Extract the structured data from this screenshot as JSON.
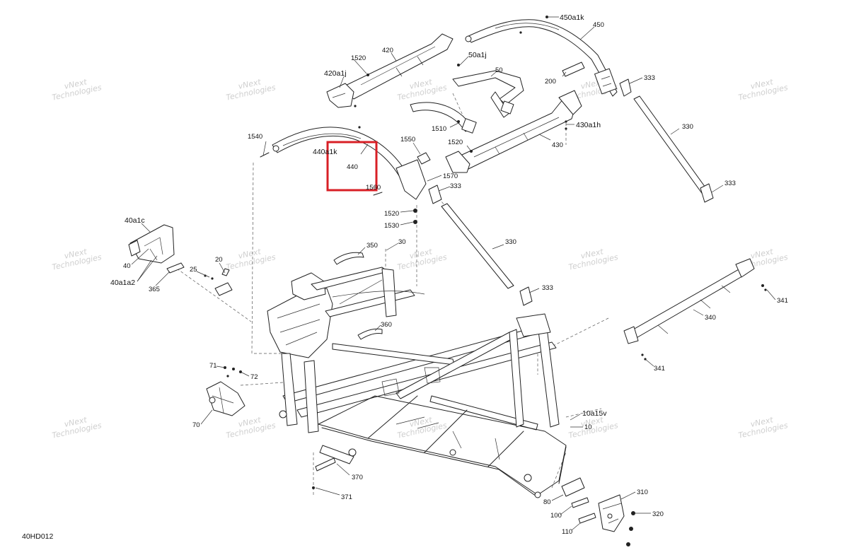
{
  "diagram_code": "40HD012",
  "highlight_label": "440",
  "watermark": {
    "line1": "vNext",
    "line2": "Technologies",
    "line_single": "vNext Technologies"
  },
  "callouts": {
    "c450a1k": "450a1k",
    "c450": "450",
    "c420": "420",
    "c1520a": "1520",
    "c420a1j": "420a1j",
    "c50a1j": "50a1j",
    "c50": "50",
    "c200": "200",
    "c333a": "333",
    "c1540": "1540",
    "c440a1k": "440a1k",
    "c1550": "1550",
    "c1510": "1510",
    "c1520b": "1520",
    "c430a1h": "430a1h",
    "c430": "430",
    "c330a": "330",
    "c1570": "1570",
    "c333b": "333",
    "c1560": "1560",
    "c1520c": "1520",
    "c1530": "1530",
    "c333c": "333",
    "c40a1c": "40a1c",
    "c40": "40",
    "c40a1a2": "40a1a2",
    "c365": "365",
    "c25": "25",
    "c20": "20",
    "c350": "350",
    "c30": "30",
    "c330b": "330",
    "c333d": "333",
    "c341a": "341",
    "c340": "340",
    "c360": "360",
    "c341b": "341",
    "c71": "71",
    "c72": "72",
    "c70": "70",
    "c10a15v": "10a15v",
    "c10": "10",
    "c370": "370",
    "c371": "371",
    "c310": "310",
    "c80": "80",
    "c100": "100",
    "c320": "320",
    "c110": "110"
  }
}
